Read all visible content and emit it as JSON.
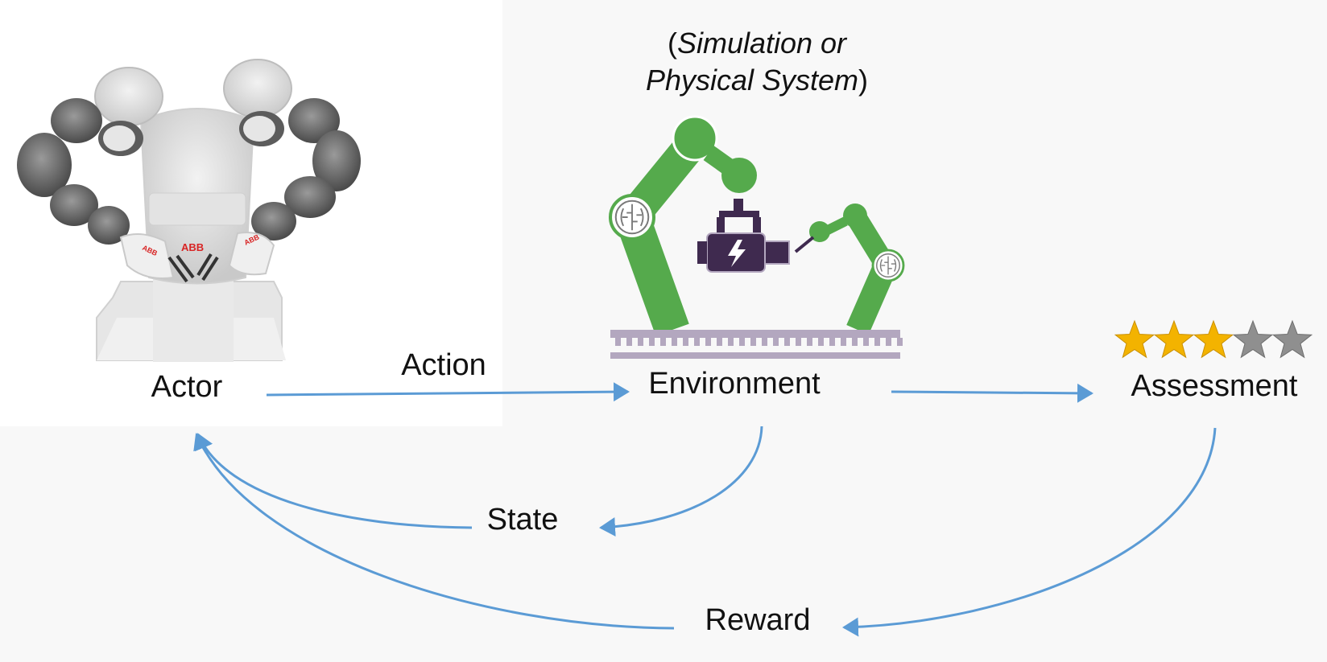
{
  "env_caption": {
    "open": "(",
    "line1_italic": "Simulation or",
    "line2_italic": "Physical System",
    "close": ")"
  },
  "nodes": {
    "actor": "Actor",
    "environment": "Environment",
    "assessment": "Assessment"
  },
  "edges": {
    "action": "Action",
    "state": "State",
    "reward": "Reward"
  },
  "robot_brand": "ABB",
  "rating": {
    "value": 3,
    "max": 5
  },
  "colors": {
    "arrow": "#5b9bd5",
    "robot_arm": "#55aa4c",
    "engine": "#3f2a4f",
    "conveyor": "#b3a7bf",
    "star_filled": "#f3b300",
    "star_empty": "#8f8f8f",
    "actor_panel": "#ffffff",
    "background": "#f8f8f8"
  },
  "icons": [
    "industrial-robot-photo",
    "robot-arm-icon",
    "brain-icon",
    "engine-icon",
    "conveyor-icon",
    "star-icon"
  ]
}
